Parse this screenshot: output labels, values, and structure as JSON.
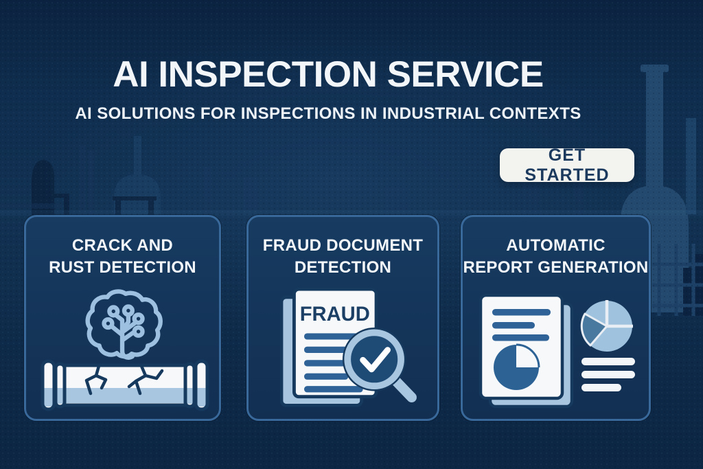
{
  "header": {
    "title": "AI INSPECTION SERVICE",
    "subtitle": "AI SOLUTIONS FOR INSPECTIONS IN INDUSTRIAL CONTEXTS"
  },
  "cta": {
    "label": "GET STARTED"
  },
  "cards": [
    {
      "title_line1": "CRACK AND",
      "title_line2": "RUST DETECTION",
      "icons": [
        "brain-circuit-icon",
        "cracked-pipe-icon"
      ]
    },
    {
      "title_line1": "FRAUD DOCUMENT",
      "title_line2": "DETECTION",
      "document_label": "FRAUD",
      "icons": [
        "fraud-document-icon",
        "magnifier-check-icon"
      ]
    },
    {
      "title_line1": "AUTOMATIC",
      "title_line2": "REPORT GENERATION",
      "icons": [
        "report-document-icon",
        "pie-chart-icon",
        "summary-lines-icon"
      ]
    }
  ],
  "colors": {
    "background": "#0e2b4a",
    "card_background": "#14365b",
    "card_border": "#39689a",
    "accent_light_blue": "#a9c6e0",
    "accent_mid_blue": "#2f6397",
    "icon_navy": "#16395e",
    "text_white": "#f4f7fa",
    "button_background": "#f3f4f0",
    "button_text": "#1c3a5e"
  }
}
